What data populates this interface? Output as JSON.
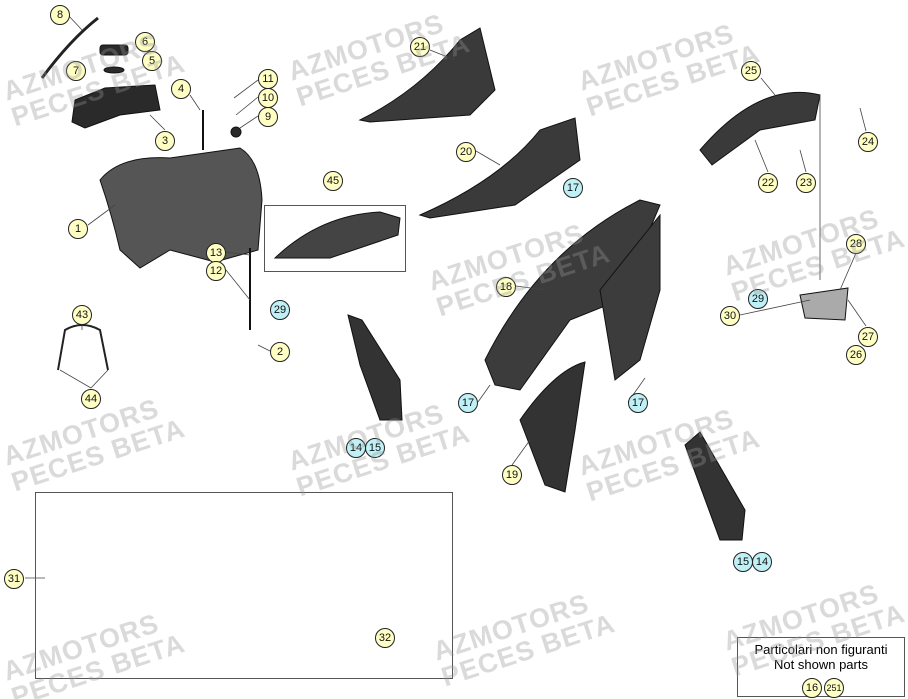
{
  "watermark": {
    "line1": "AZMOTORS",
    "line2": "PECES BETA"
  },
  "callouts": {
    "c1": "1",
    "c2": "2",
    "c3": "3",
    "c4": "4",
    "c5": "5",
    "c6": "6",
    "c7": "7",
    "c8": "8",
    "c9": "9",
    "c10": "10",
    "c11": "11",
    "c12": "12",
    "c13": "13",
    "c14": "14",
    "c15": "15",
    "c17": "17",
    "c18": "18",
    "c19": "19",
    "c20": "20",
    "c21": "21",
    "c22": "22",
    "c23": "23",
    "c24": "24",
    "c25": "25",
    "c26": "26",
    "c27": "27",
    "c28": "28",
    "c29": "29",
    "c30": "30",
    "c31": "31",
    "c32": "32",
    "c43": "43",
    "c44": "44",
    "c45": "45"
  },
  "not_shown": {
    "title_it": "Particolari non figuranti",
    "title_en": "Not shown parts",
    "items": [
      "16",
      "251"
    ]
  },
  "colors": {
    "callout_fill": "#ffffc4",
    "callout_highlight": "#bff0f5"
  }
}
